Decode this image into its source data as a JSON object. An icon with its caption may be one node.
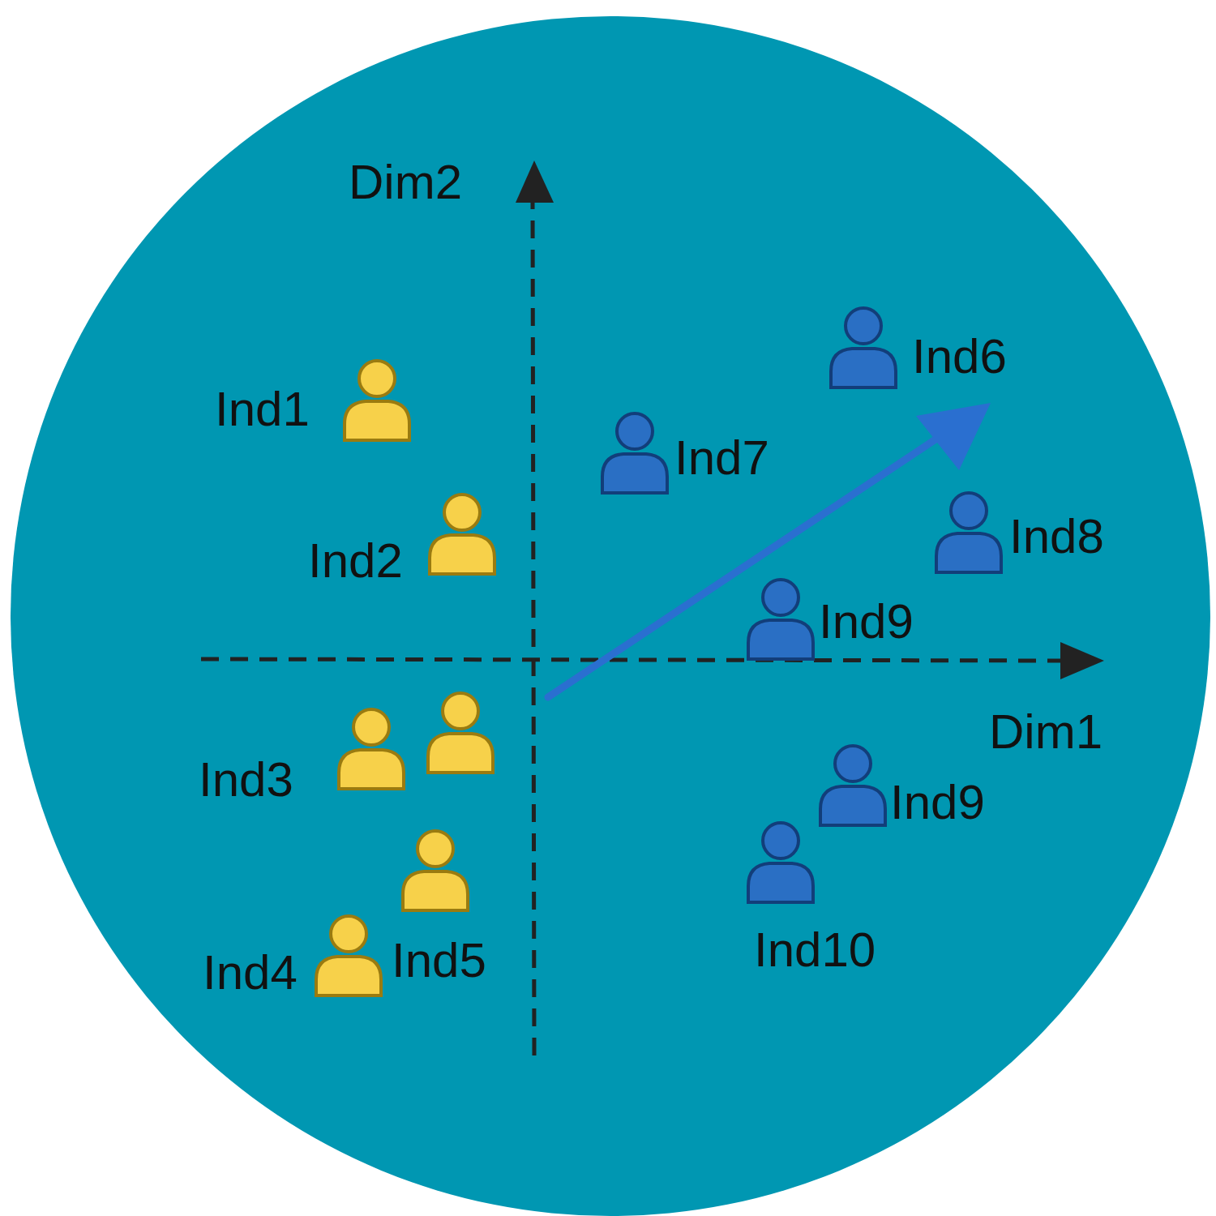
{
  "diagram": {
    "labels": [
      "Dim2",
      "Ind6",
      "Ind1",
      "Ind7",
      "Ind8",
      "Ind2",
      "Ind9",
      "Dim1",
      "Ind3",
      "Ind9",
      "Ind10",
      "Ind5",
      "Ind4"
    ]
  }
}
